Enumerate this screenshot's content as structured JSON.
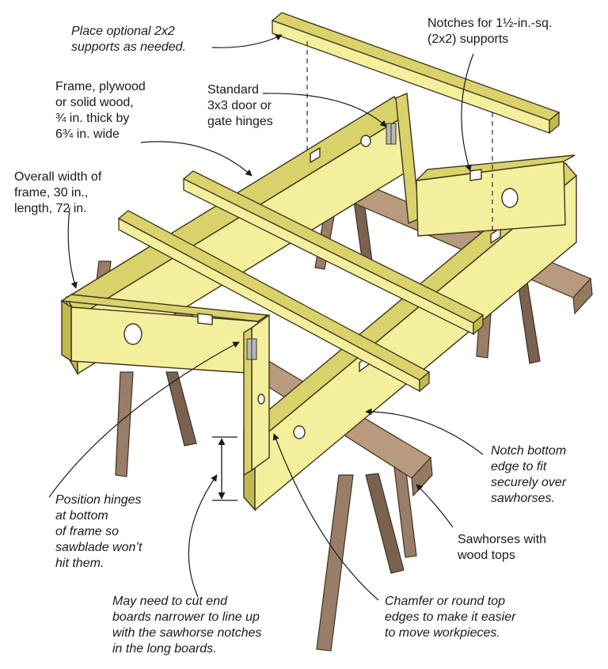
{
  "colors": {
    "wood_face": "#f4ef9c",
    "wood_edge": "#d9d26a",
    "wood_dark": "#c2b850",
    "sawhorse_leg": "#9a7d68",
    "sawhorse_leg_dark": "#7a6150",
    "sawhorse_top": "#b89a7e",
    "sawhorse_top_dark": "#967a60",
    "outline": "#3b3420",
    "leader": "#1a1a1a",
    "hinge": "#b8b8b8"
  },
  "callouts": {
    "optional_supports": "Place optional 2x2\nsupports as needed.",
    "notches": "Notches for 1½-in.-sq.\n(2x2) supports",
    "frame_material": "Frame, plywood\nor solid wood,\n¾ in. thick by\n6¾ in. wide",
    "hinges": "Standard\n3x3 door or\ngate hinges",
    "overall_size": "Overall width of\nframe, 30 in.,\nlength, 72 in.",
    "notch_bottom": "Notch bottom\nedge to fit\nsecurely over\nsawhorses.",
    "position_hinges": "Position hinges\nat bottom\nof frame so\nsawblade won’t\nhit them.",
    "sawhorses": "Sawhorses with\nwood tops",
    "chamfer": "Chamfer or round top\nedges to make it easier\nto move workpieces.",
    "cut_end_boards": "May need to cut end\nboards narrower to line up\nwith the sawhorse notches\nin the long boards."
  },
  "icons": {
    "hinge": "hinge-icon",
    "dimension": "dimension-arrow-icon"
  }
}
